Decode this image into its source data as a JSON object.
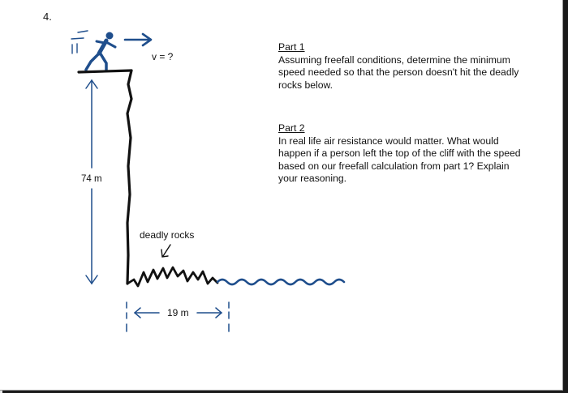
{
  "question_number": "4.",
  "figure": {
    "velocity_label": "v = ?",
    "height_label": "74 m",
    "rocks_label": "deadly rocks",
    "distance_label": "19 m",
    "colors": {
      "arrow": "#1f4e8c",
      "cliff": "#111111",
      "water": "#1f4e8c"
    }
  },
  "parts": [
    {
      "heading": "Part 1",
      "text": "Assuming freefall conditions, determine the minimum speed needed so that the person doesn't hit the deadly rocks below."
    },
    {
      "heading": "Part 2",
      "text": "In real life air resistance would matter. What would happen if a person left the top of the cliff with the speed based on our freefall calculation from part 1? Explain your reasoning."
    }
  ]
}
